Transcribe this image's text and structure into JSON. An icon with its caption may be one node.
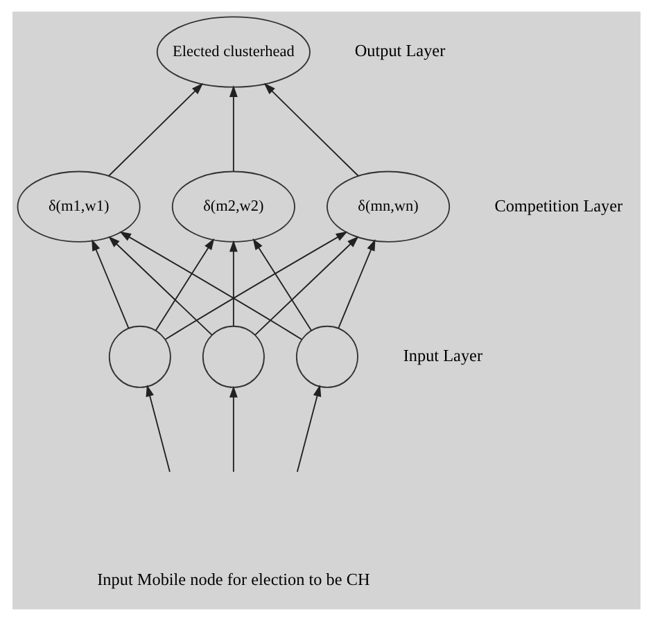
{
  "diagram": {
    "nodes": [
      {
        "text": [
          "Elected clusterhead"
        ]
      },
      {
        "text": [
          "δ(m1,w1)"
        ]
      },
      {
        "text": [
          "δ(m2,w2)"
        ]
      },
      {
        "text": [
          "δ(mn,wn)"
        ]
      },
      {
        "text": [],
        "shape": "circle"
      },
      {
        "text": [],
        "shape": "circle"
      },
      {
        "text": [],
        "shape": "circle"
      }
    ],
    "edges": [
      {
        "from": 1,
        "to": 0,
        "arrow": "to"
      },
      {
        "from": 2,
        "to": 0,
        "arrow": "to"
      },
      {
        "from": 3,
        "to": 0,
        "arrow": "to"
      },
      {
        "from": 4,
        "to": 1,
        "arrow": "to"
      },
      {
        "from": 4,
        "to": 2,
        "arrow": "to"
      },
      {
        "from": 4,
        "to": 3,
        "arrow": "to"
      },
      {
        "from": 5,
        "to": 1,
        "arrow": "to"
      },
      {
        "from": 5,
        "to": 2,
        "arrow": "to"
      },
      {
        "from": 5,
        "to": 3,
        "arrow": "to"
      },
      {
        "from": 6,
        "to": 1,
        "arrow": "to"
      },
      {
        "from": 6,
        "to": 2,
        "arrow": "to"
      },
      {
        "from": 6,
        "to": 3,
        "arrow": "to"
      },
      {
        "from": null,
        "to": 4,
        "arrow": "to"
      },
      {
        "from": null,
        "to": 5,
        "arrow": "to"
      },
      {
        "from": null,
        "to": 6,
        "arrow": "to"
      }
    ],
    "labels": [
      "Output Layer",
      "Competition Layer",
      "Input Layer",
      "Input Mobile node for election to be CH"
    ]
  }
}
